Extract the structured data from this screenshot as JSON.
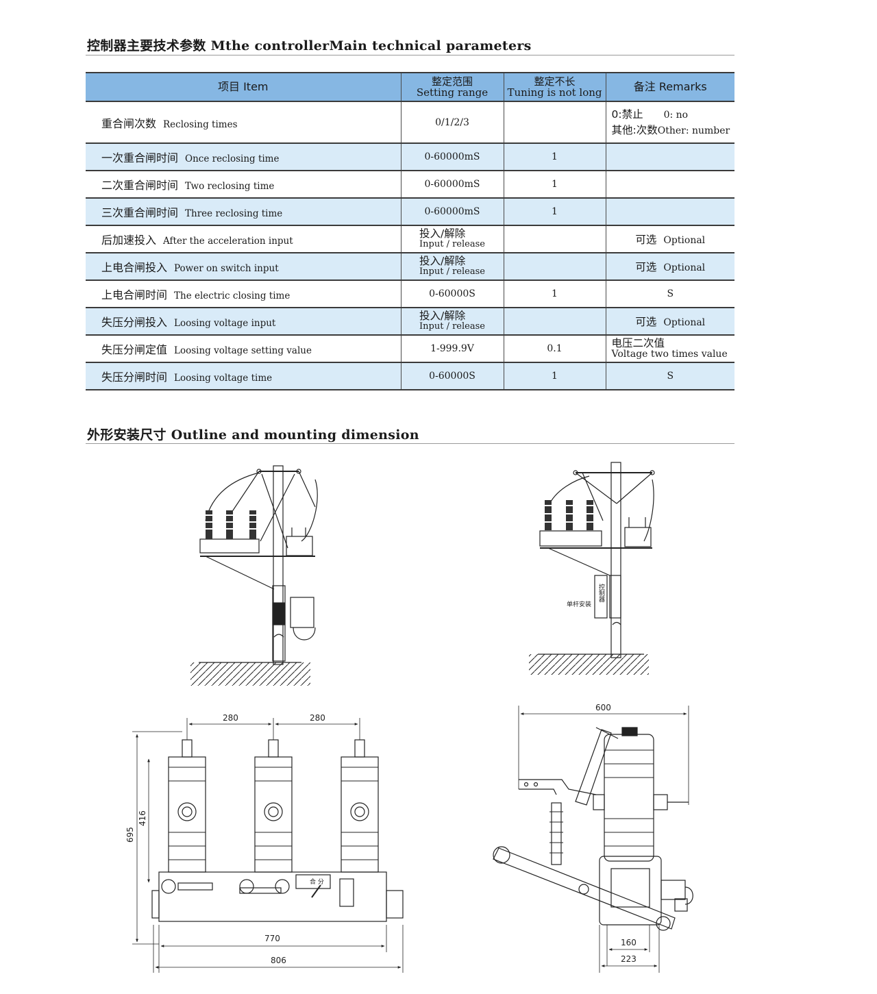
{
  "sections": {
    "params_title": "控制器主要技术参数  Mthe controllerMain technical parameters",
    "dimension_title": "外形安装尺寸  Outline and mounting dimension"
  },
  "table": {
    "headers": {
      "item": "项目  Item",
      "range_zh": "整定范围",
      "range_en": "Setting range",
      "step_zh": "整定不长",
      "step_en": "Tuning is not long",
      "remarks": "备注  Remarks"
    },
    "rows": [
      {
        "zh": "重合闸次数",
        "en": "Reclosing times",
        "range": "0/1/2/3",
        "step": "",
        "remark": ""
      },
      {
        "zh": "一次重合闸时间",
        "en": "Once reclosing time",
        "range": "0-60000mS",
        "step": "1",
        "remark": ""
      },
      {
        "zh": "二次重合闸时间",
        "en": "Two reclosing time",
        "range": "0-60000mS",
        "step": "1",
        "remark": ""
      },
      {
        "zh": "三次重合闸时间",
        "en": "Three reclosing time",
        "range": "0-60000mS",
        "step": "1",
        "remark": ""
      },
      {
        "zh": "后加速投入",
        "en": "After the acceleration input",
        "range_zh": "投入/解除",
        "range_en": "Input / release",
        "step": "",
        "remark_zh": "可选",
        "remark_en": "Optional"
      },
      {
        "zh": "上电合闸投入",
        "en": "Power on switch input",
        "range_zh": "投入/解除",
        "range_en": "Input / release",
        "step": "",
        "remark_zh": "可选",
        "remark_en": "Optional"
      },
      {
        "zh": "上电合闸时间",
        "en": "The electric closing time",
        "range": "0-60000S",
        "step": "1",
        "remark": "S"
      },
      {
        "zh": "失压分闸投入",
        "en": "Loosing voltage input",
        "range_zh": "投入/解除",
        "range_en": "Input / release",
        "step": "",
        "remark_zh": "可选",
        "remark_en": "Optional"
      },
      {
        "zh": "失压分闸定值",
        "en": "Loosing voltage setting value",
        "range": "1-999.9V",
        "step": "0.1",
        "remark_zh": "电压二次值",
        "remark_en": "Voltage two times value"
      },
      {
        "zh": "失压分闸时间",
        "en": "Loosing voltage time",
        "range": "0-60000S",
        "step": "1",
        "remark": "S"
      }
    ],
    "row0_remark": {
      "line1_zh": "0:禁止",
      "line1_en": "0: no",
      "line2_zh": "其他:次数",
      "line2_en": "Other: number"
    }
  },
  "drawings": {
    "panel_label": "合  分",
    "controller_label": "控制器",
    "single_pole_label": "单杆安装",
    "front_dims": {
      "spacing_left": "280",
      "spacing_right": "280",
      "height_total": "695",
      "height_upper": "416",
      "width_inner": "770",
      "width_outer": "806"
    },
    "side_dims": {
      "top_width": "600",
      "base_inner": "160",
      "base_outer": "223"
    }
  }
}
